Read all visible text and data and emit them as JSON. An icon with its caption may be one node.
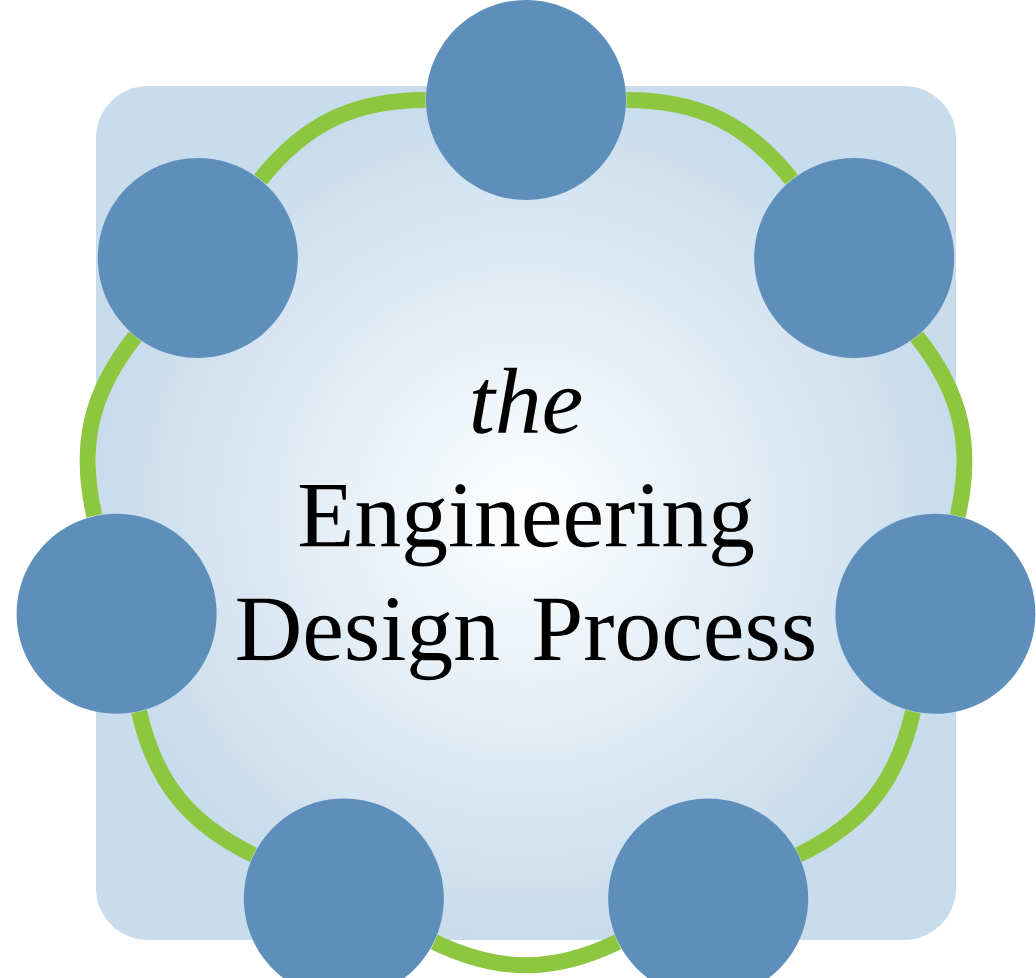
{
  "diagram": {
    "title": "*the* Engineering Design Process",
    "nodes": [
      {
        "text": [],
        "shape": "circle"
      },
      {
        "text": [],
        "shape": "circle"
      },
      {
        "text": [],
        "shape": "circle"
      },
      {
        "text": [],
        "shape": "circle"
      },
      {
        "text": [],
        "shape": "circle"
      },
      {
        "text": [],
        "shape": "circle"
      },
      {
        "text": [],
        "shape": "circle"
      }
    ],
    "edges": [
      {
        "from": 0,
        "to": 2,
        "arrow": "none"
      },
      {
        "from": 2,
        "to": 4,
        "arrow": "none"
      },
      {
        "from": 4,
        "to": 6,
        "arrow": "none"
      },
      {
        "from": 6,
        "to": 5,
        "arrow": "none"
      },
      {
        "from": 5,
        "to": 3,
        "arrow": "none"
      },
      {
        "from": 3,
        "to": 1,
        "arrow": "none"
      },
      {
        "from": 1,
        "to": 0,
        "arrow": "none"
      }
    ]
  }
}
